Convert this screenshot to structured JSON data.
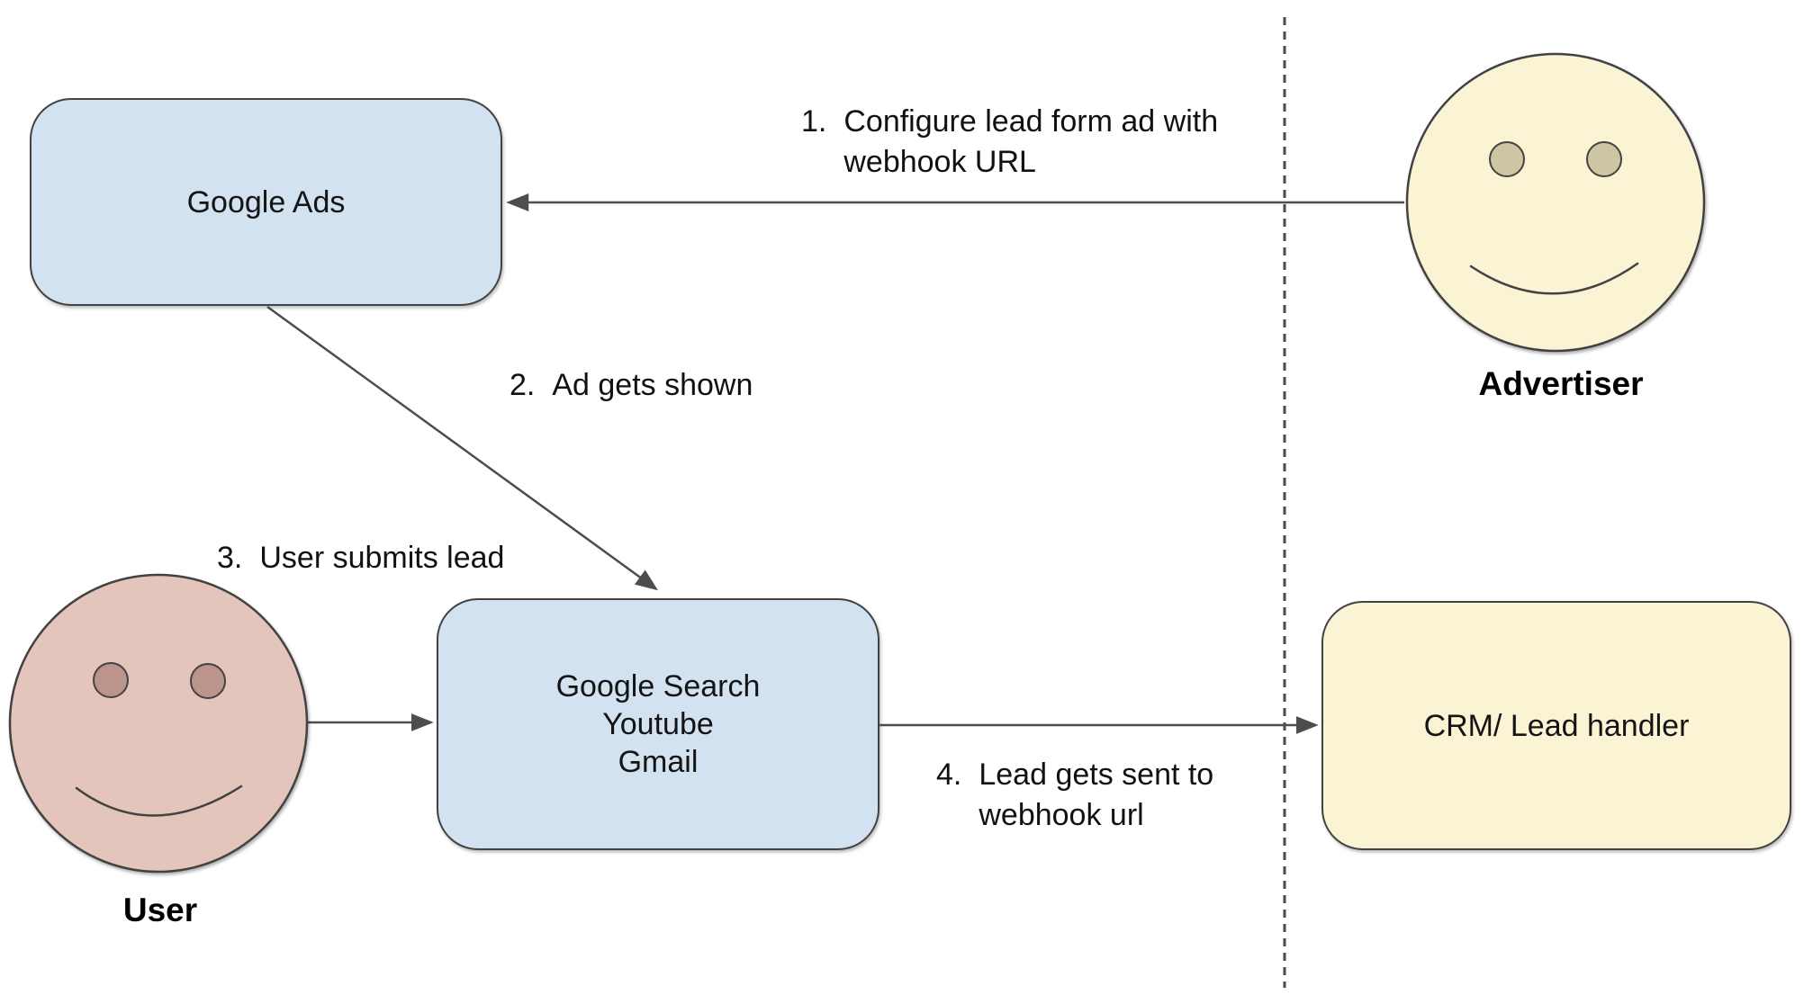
{
  "diagram": {
    "nodes": {
      "google_ads": {
        "label": "Google Ads"
      },
      "surfaces": {
        "label": "Google Search\nYoutube\nGmail"
      },
      "crm": {
        "label": "CRM/ Lead handler"
      }
    },
    "actors": {
      "advertiser": {
        "label": "Advertiser"
      },
      "user": {
        "label": "User"
      }
    },
    "annotations": {
      "step1": {
        "number": "1.",
        "text": "Configure lead form ad with\nwebhook URL"
      },
      "step2": {
        "number": "2.",
        "text": "Ad gets shown"
      },
      "step3": {
        "number": "3.",
        "text": "User submits lead"
      },
      "step4": {
        "number": "4.",
        "text": "Lead gets sent to\nwebhook url"
      }
    },
    "colors": {
      "node_blue": "#d3e2f0",
      "node_yellow": "#faf3d4",
      "face_yellow": "#faf3d4",
      "face_pink": "#e3c5bc",
      "eye_tan": "#cdc5a3",
      "eye_pink": "#bb948b",
      "outline_dark": "#424242",
      "arrow_gray": "#4d4d4d",
      "text_dark": "#111111"
    }
  }
}
